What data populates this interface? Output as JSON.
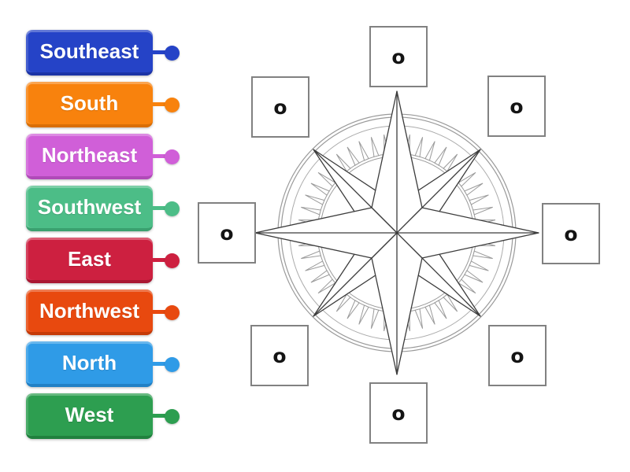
{
  "activity": {
    "kind": "labelled-diagram",
    "diagram": "compass-rose-line-drawing",
    "drop_marker_symbol": "o"
  },
  "labels": [
    {
      "text": "Southeast",
      "color": "#2543c7",
      "shade": "#1b33a6"
    },
    {
      "text": "South",
      "color": "#f8820d",
      "shade": "#d96e05"
    },
    {
      "text": "Northeast",
      "color": "#d05fd8",
      "shade": "#b04ab8"
    },
    {
      "text": "Southwest",
      "color": "#4cbd87",
      "shade": "#3aa06f"
    },
    {
      "text": "East",
      "color": "#cd2040",
      "shade": "#a91732"
    },
    {
      "text": "Northwest",
      "color": "#e8490f",
      "shade": "#c53a07"
    },
    {
      "text": "North",
      "color": "#2f9be7",
      "shade": "#2180c5"
    },
    {
      "text": "West",
      "color": "#2d9e50",
      "shade": "#20813e"
    }
  ],
  "drop_zones": [
    {
      "position": "top",
      "marker": "o"
    },
    {
      "position": "top-right",
      "marker": "o"
    },
    {
      "position": "right",
      "marker": "o"
    },
    {
      "position": "bottom-right",
      "marker": "o"
    },
    {
      "position": "bottom",
      "marker": "o"
    },
    {
      "position": "bottom-left",
      "marker": "o"
    },
    {
      "position": "left",
      "marker": "o"
    },
    {
      "position": "top-left",
      "marker": "o"
    }
  ],
  "colors": {
    "box_border": "#818181",
    "marker": "#141414",
    "compass_ring": "#9a9a9a",
    "compass_star": "#3c3c3c",
    "background": "#ffffff"
  }
}
